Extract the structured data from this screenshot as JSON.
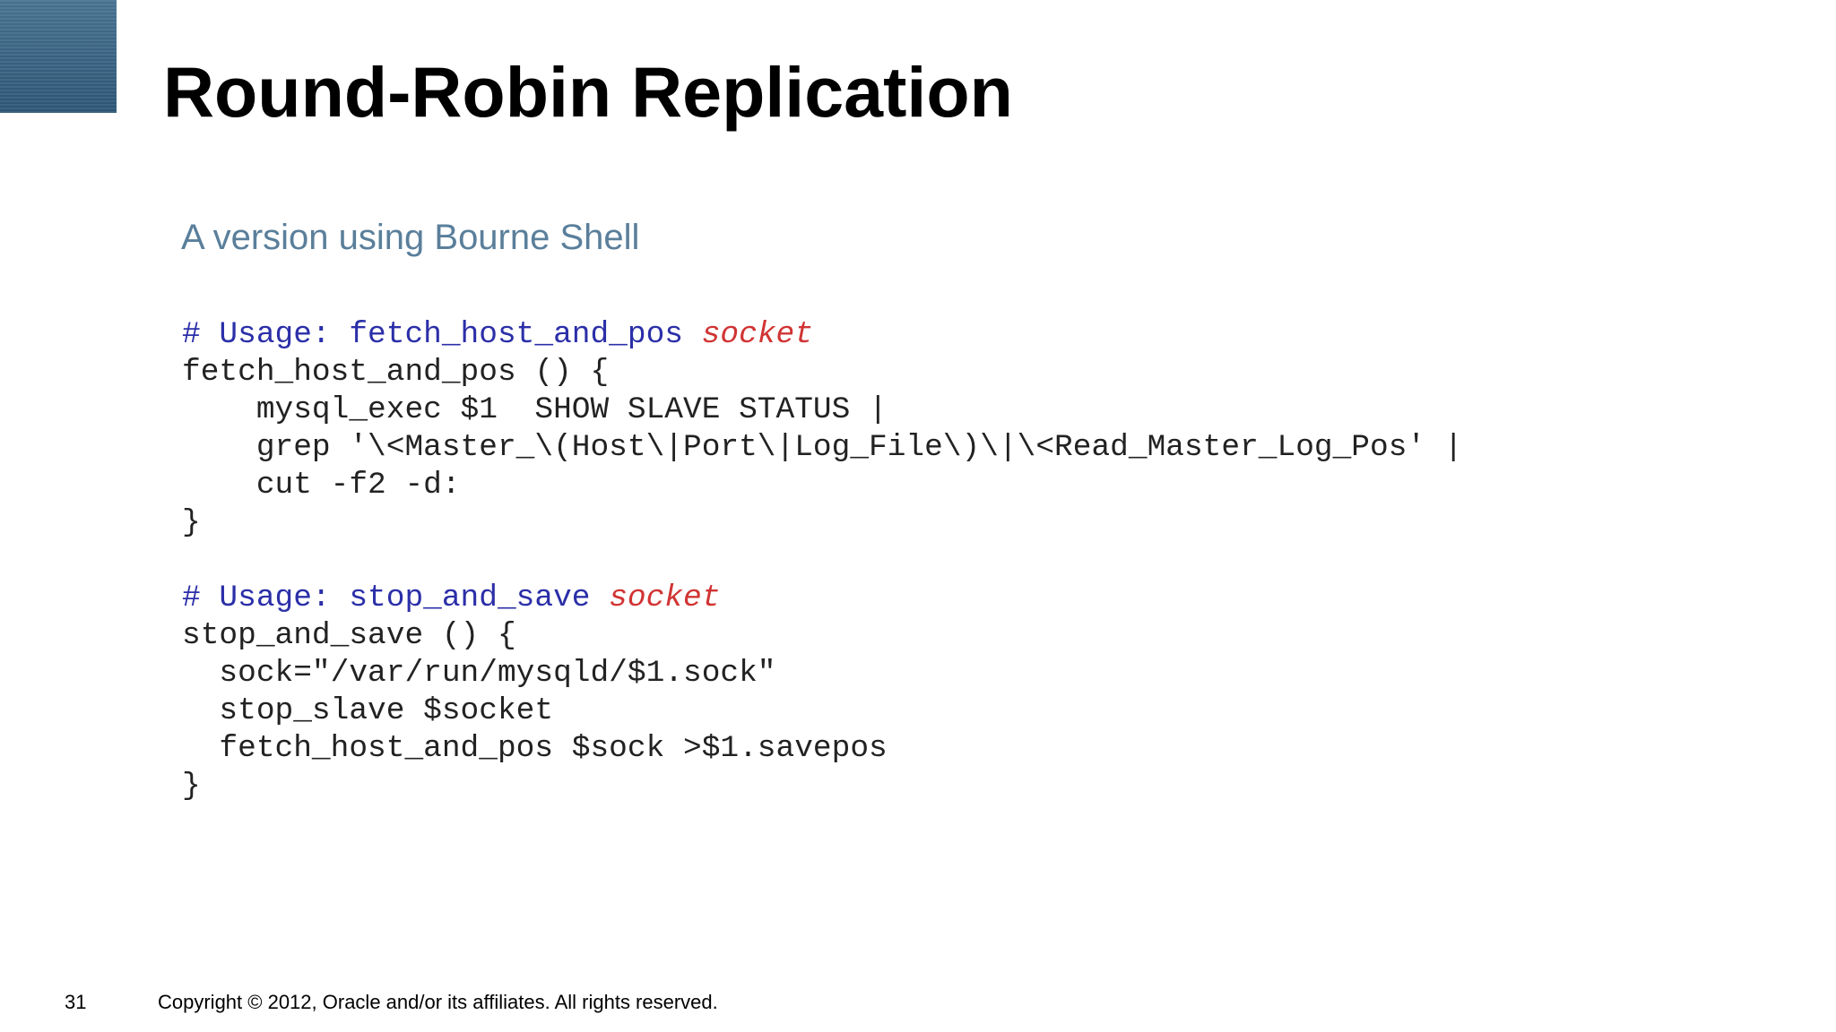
{
  "slide": {
    "title": "Round-Robin Replication",
    "subtitle": "A version using Bourne Shell"
  },
  "code": {
    "lines": [
      {
        "comment": "# Usage: fetch_host_and_pos ",
        "param": "socket",
        "text": ""
      },
      {
        "comment": "",
        "param": "",
        "text": "fetch_host_and_pos () {"
      },
      {
        "comment": "",
        "param": "",
        "text": "    mysql_exec $1  SHOW SLAVE STATUS |"
      },
      {
        "comment": "",
        "param": "",
        "text": "    grep '\\<Master_\\(Host\\|Port\\|Log_File\\)\\|\\<Read_Master_Log_Pos' |"
      },
      {
        "comment": "",
        "param": "",
        "text": "    cut -f2 -d:"
      },
      {
        "comment": "",
        "param": "",
        "text": "}"
      },
      {
        "comment": "",
        "param": "",
        "text": ""
      },
      {
        "comment": "# Usage: stop_and_save ",
        "param": "socket",
        "text": ""
      },
      {
        "comment": "",
        "param": "",
        "text": "stop_and_save () {"
      },
      {
        "comment": "",
        "param": "",
        "text": "  sock=\"/var/run/mysqld/$1.sock\""
      },
      {
        "comment": "",
        "param": "",
        "text": "  stop_slave $socket"
      },
      {
        "comment": "",
        "param": "",
        "text": "  fetch_host_and_pos $sock >$1.savepos"
      },
      {
        "comment": "",
        "param": "",
        "text": "}"
      }
    ]
  },
  "footer": {
    "page_number": "31",
    "copyright": "Copyright © 2012, Oracle and/or its affiliates. All rights reserved."
  },
  "colors": {
    "corner_block": "#3c6685",
    "subtitle": "#5a7f9b",
    "comment": "#2b2fa8",
    "param": "#d13434",
    "code_text": "#222222"
  }
}
